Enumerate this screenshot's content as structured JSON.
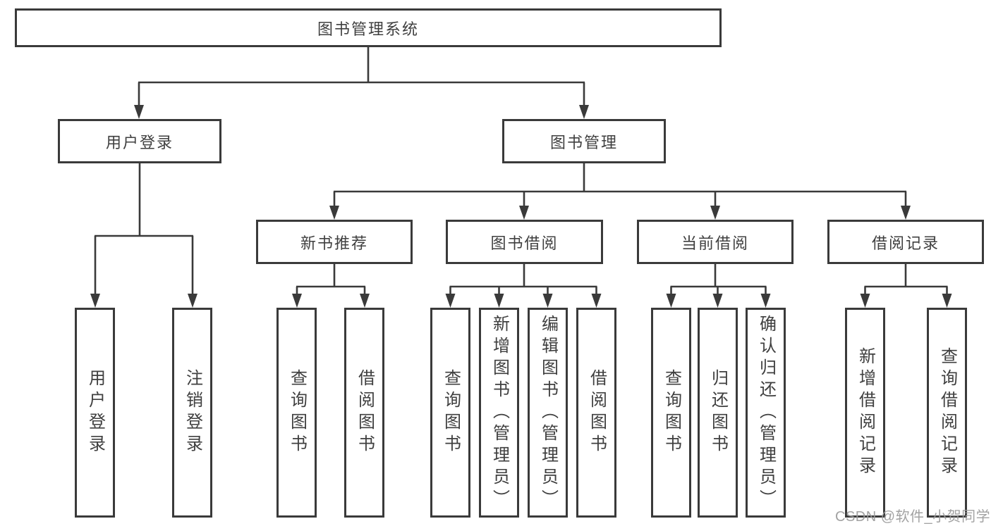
{
  "diagram": {
    "root": {
      "label": "图书管理系统"
    },
    "branches": [
      {
        "label": "用户登录",
        "children": [
          {
            "label": "用户登录"
          },
          {
            "label": "注销登录"
          }
        ]
      },
      {
        "label": "图书管理",
        "children": [
          {
            "label": "新书推荐",
            "children": [
              {
                "label": "查询图书"
              },
              {
                "label": "借阅图书"
              }
            ]
          },
          {
            "label": "图书借阅",
            "children": [
              {
                "label": "查询图书"
              },
              {
                "label": "新增图书（管理员）"
              },
              {
                "label": "编辑图书（管理员）"
              },
              {
                "label": "借阅图书"
              }
            ]
          },
          {
            "label": "当前借阅",
            "children": [
              {
                "label": "查询图书"
              },
              {
                "label": "归还图书"
              },
              {
                "label": "确认归还（管理员）"
              }
            ]
          },
          {
            "label": "借阅记录",
            "children": [
              {
                "label": "新增借阅记录"
              },
              {
                "label": "查询借阅记录"
              }
            ]
          }
        ]
      }
    ],
    "colors": {
      "line": "#3a3a3a",
      "text": "#3f3f3f",
      "watermark": "#9b9b9b",
      "background": "#ffffff"
    }
  },
  "watermark": {
    "text": "CSDN @软件_小贺同学"
  }
}
